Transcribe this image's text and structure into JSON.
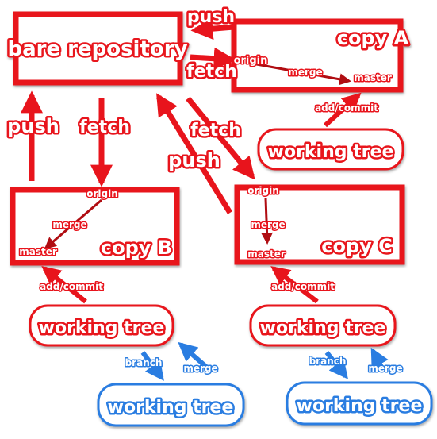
{
  "colors": {
    "red": "#e8141c",
    "red_dark": "#b00d12",
    "blue": "#2a7de1",
    "background": "#ffffff"
  },
  "boxes": {
    "bare": "bare repository",
    "copy_a": "copy A",
    "copy_b": "copy B",
    "copy_c": "copy C"
  },
  "working_trees": {
    "a": "working tree",
    "b": "working tree",
    "c": "working tree",
    "b_clone": "working tree",
    "c_clone": "working tree"
  },
  "labels": {
    "push_a": "push",
    "fetch_a": "fetch",
    "push_b": "push",
    "fetch_b": "fetch",
    "fetch_c": "fetch",
    "push_c": "push",
    "origin_a": "origin",
    "merge_a": "merge",
    "master_a": "master",
    "addcommit_a": "add/commit",
    "origin_b": "origin",
    "merge_b": "merge",
    "master_b": "master",
    "addcommit_b": "add/commit",
    "origin_c": "origin",
    "merge_c": "merge",
    "master_c": "master",
    "addcommit_c": "add/commit",
    "branch_b": "branch",
    "merge_b2": "merge",
    "branch_c": "branch",
    "merge_c2": "merge"
  }
}
